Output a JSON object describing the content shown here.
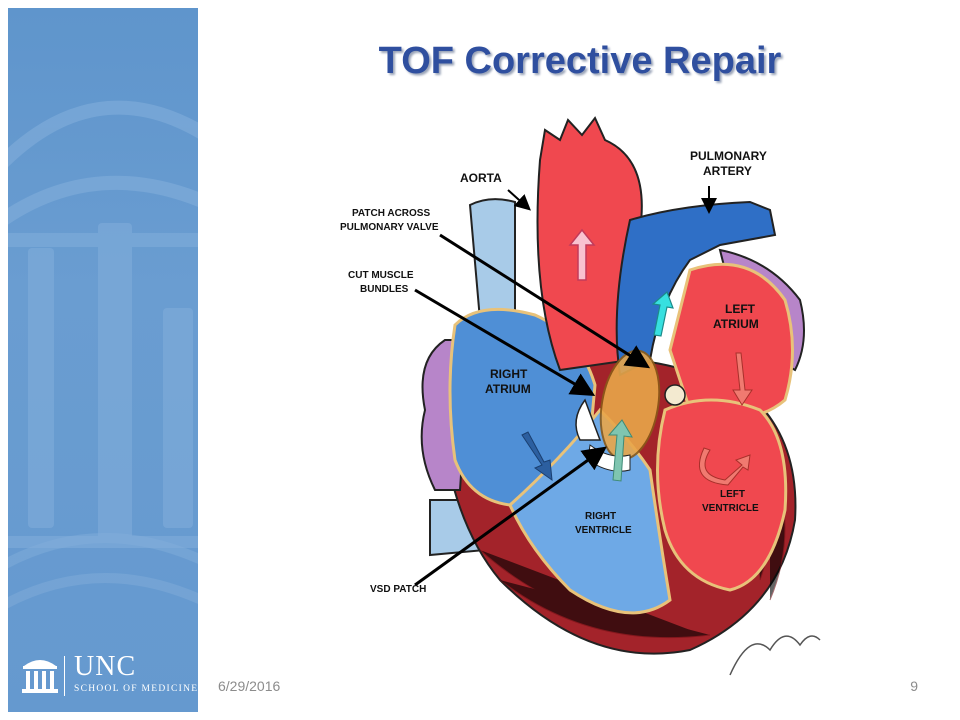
{
  "slide": {
    "title": "TOF Corrective Repair",
    "date": "6/29/2016",
    "page_number": "9"
  },
  "logo": {
    "name": "UNC",
    "subtitle": "SCHOOL OF MEDICINE"
  },
  "diagram": {
    "labels": {
      "aorta": "AORTA",
      "pulmonary_artery_1": "PULMONARY",
      "pulmonary_artery_2": "ARTERY",
      "patch_1": "PATCH ACROSS",
      "patch_2": "PULMONARY VALVE",
      "cut_muscle_1": "CUT MUSCLE",
      "cut_muscle_2": "BUNDLES",
      "right_atrium_1": "RIGHT",
      "right_atrium_2": "ATRIUM",
      "left_atrium_1": "LEFT",
      "left_atrium_2": "ATRIUM",
      "left_ventricle_1": "LEFT",
      "left_ventricle_2": "VENTRICLE",
      "right_ventricle_1": "RIGHT",
      "right_ventricle_2": "VENTRICLE",
      "vsd_patch": "VSD PATCH"
    },
    "colors": {
      "oxygenated": "#f0484f",
      "deoxygenated": "#4f8fd6",
      "muscle": "#a3232a",
      "patch": "#e8a64a",
      "vein": "#a8cbe8",
      "appendage": "#b785c9"
    }
  }
}
